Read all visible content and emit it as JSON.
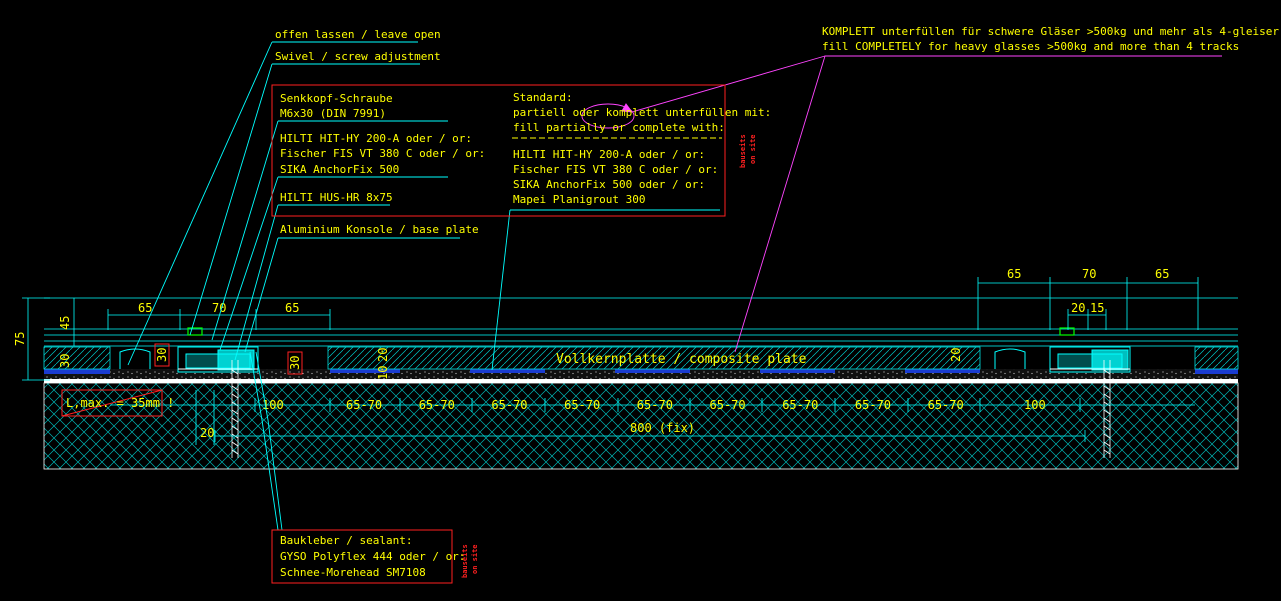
{
  "colors": {
    "background": "#000000",
    "text": "#ffff00",
    "leader_cyan": "#00ffff",
    "leader_magenta": "#ff44ff",
    "box_red": "#ff2020",
    "concrete_hatch": "#00c8c8",
    "fixing_green": "#00ff00"
  },
  "top_labels": {
    "leave_open": "offen lassen / leave open",
    "swivel": "Swivel / screw adjustment",
    "underfill_de": "KOMPLETT unterfüllen für schwere Gläser >500kg und mehr als 4-gleiser",
    "underfill_en": "fill COMPLETELY for heavy glasses >500kg and more than 4 tracks"
  },
  "box_left": {
    "lines": [
      "Senkkopf-Schraube",
      "M6x30 (DIN 7991)",
      "HILTI HIT-HY 200-A  oder / or:",
      "Fischer FIS VT 380 C oder / or:",
      "SIKA AnchorFix 500",
      "HILTI HUS-HR 8x75"
    ]
  },
  "box_right": {
    "lines": [
      "Standard:",
      "partiell oder komplett unterfüllen mit:",
      "fill partially or complete with:",
      "HILTI HIT-HY 200-A oder / or:",
      "Fischer FIS VT 380 C oder / or:",
      "SIKA AnchorFix 500 oder / or:",
      "Mapei Planigrout 300"
    ]
  },
  "aluminium_label": "Aluminium Konsole / base plate",
  "composite_label": "Vollkernplatte / composite plate",
  "stamps": {
    "top": [
      "bauseits",
      "on site"
    ],
    "bottom": [
      "bauseits",
      "on site"
    ]
  },
  "sealant_box": {
    "lines": [
      "Baukleber / sealant:",
      "GYSO Polyflex 444 oder / or:",
      "Schnee-Morehead SM7108"
    ]
  },
  "lmax_label": "L,max. = 35mm !",
  "dims": {
    "left_65a": "65",
    "left_70": "70",
    "left_65b": "65",
    "right_65a": "65",
    "right_70": "70",
    "right_65b": "65",
    "right_20": "20",
    "right_15": "15",
    "vert_75": "75",
    "vert_45": "45",
    "vert_30a": "30",
    "vert_30b": "30",
    "vert_30c": "30",
    "vert_20a": "20",
    "vert_10": "10",
    "vert_20b": "20",
    "bottom_20": "20",
    "d100_left": "100",
    "d100_right": "100",
    "span_fix": "800 (fix)",
    "segments": [
      "65-70",
      "65-70",
      "65-70",
      "65-70",
      "65-70",
      "65-70",
      "65-70",
      "65-70",
      "65-70"
    ]
  }
}
